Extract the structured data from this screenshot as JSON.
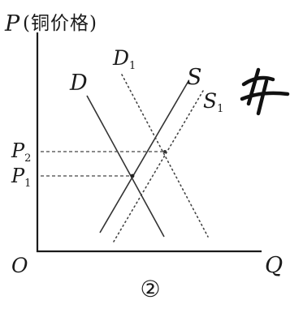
{
  "diagram": {
    "y_axis_label_symbol": "P",
    "y_axis_label_paren": "(铜价格)",
    "x_axis_label": "Q",
    "origin_label": "O",
    "curves": {
      "demand": "D",
      "demand_shifted": "D",
      "demand_shifted_sub": "1",
      "supply": "S",
      "supply_shifted": "S",
      "supply_shifted_sub": "1"
    },
    "price_levels": {
      "p2": "P",
      "p2_sub": "2",
      "p1": "P",
      "p1_sub": "1"
    },
    "figure_number": "②"
  }
}
